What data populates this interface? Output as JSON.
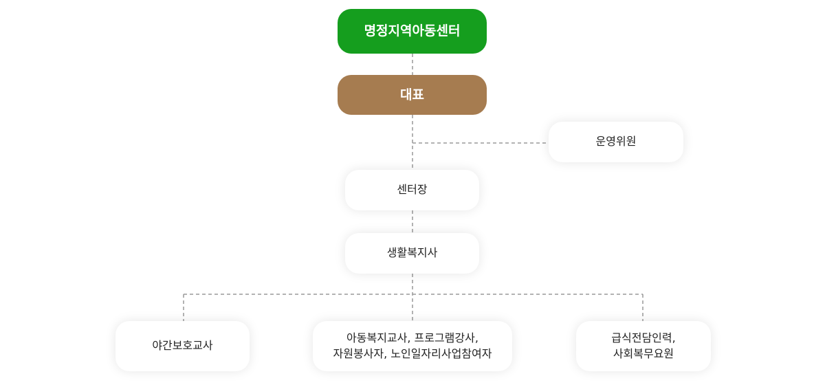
{
  "colors": {
    "top": "#159e1e",
    "representative": "#a67c50",
    "connector": "#999999"
  },
  "nodes": {
    "center": "명정지역아동센터",
    "representative": "대표",
    "committee": "운영위원",
    "director": "센터장",
    "social_worker": "생활복지사",
    "night_teacher": "야간보호교사",
    "teachers": "아동복지교사, 프로그램강사,\n자원봉사자, 노인일자리사업참여자",
    "meal": "급식전담인력,\n사회복무요원"
  }
}
